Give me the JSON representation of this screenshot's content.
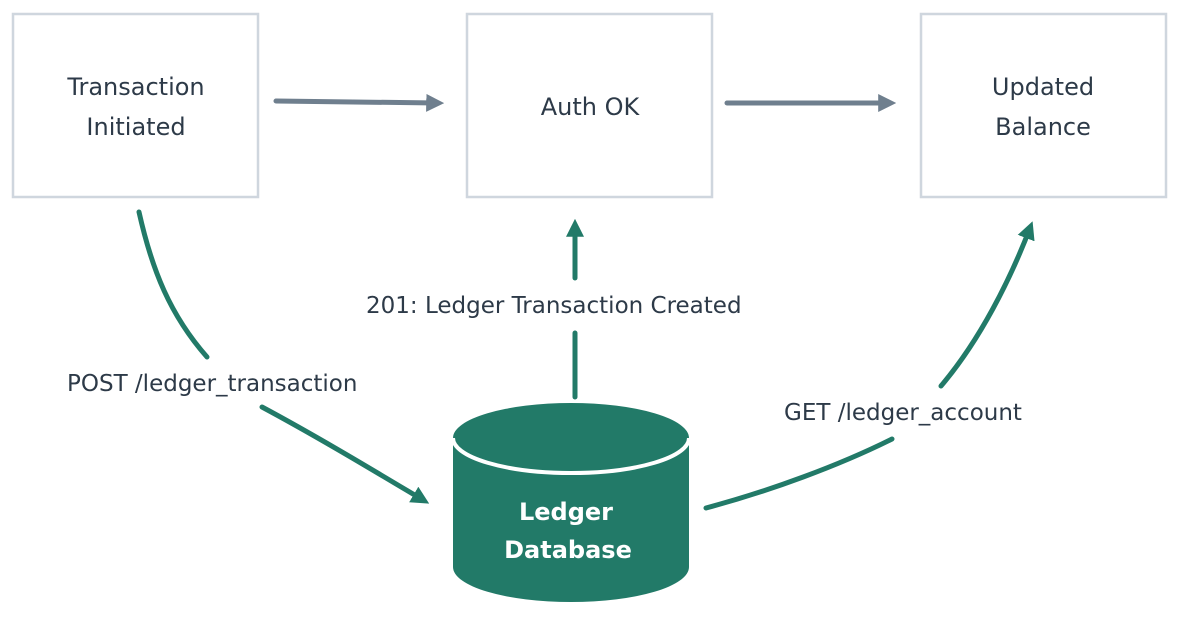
{
  "colors": {
    "box_border": "#cfd6de",
    "text": "#2d3a48",
    "flow_arrow": "#6f7f8e",
    "api_arrow": "#227a68",
    "database_fill": "#227a68",
    "database_text": "#ffffff"
  },
  "nodes": {
    "transaction_initiated": {
      "line1": "Transaction",
      "line2": "Initiated"
    },
    "auth_ok": {
      "label": "Auth OK"
    },
    "updated_balance": {
      "line1": "Updated",
      "line2": "Balance"
    },
    "ledger_database": {
      "line1": "Ledger",
      "line2": "Database",
      "shape": "cylinder"
    }
  },
  "edges": {
    "post_transaction": {
      "label": "POST /ledger_transaction"
    },
    "created_response": {
      "label": "201: Ledger Transaction Created"
    },
    "get_account": {
      "label": "GET /ledger_account"
    }
  }
}
